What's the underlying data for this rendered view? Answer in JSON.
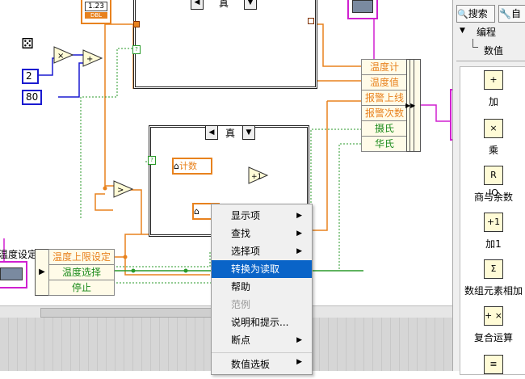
{
  "diagram": {
    "case_top_selector": "真",
    "case_inner_selector": "真",
    "numeric_const_2": "2",
    "numeric_const_80": "80",
    "dbl_indicator": "1.23",
    "dbl_type": "DBL",
    "count_label": "计数",
    "increment_glyph": "+1",
    "greater_glyph": ">",
    "multiply_glyph": "×",
    "add_glyph": "+",
    "temp_setting_label": "温度设定",
    "cluster_left": [
      "温度上限设定",
      "温度选择",
      "停止"
    ],
    "cluster_right": [
      "温度计",
      "温度值",
      "报警上线",
      "报警次数",
      "摄氏",
      "华氏"
    ]
  },
  "context_menu": {
    "items": [
      {
        "label": "显示项",
        "submenu": true,
        "disabled": false,
        "highlighted": false
      },
      {
        "label": "查找",
        "submenu": true,
        "disabled": false,
        "highlighted": false
      },
      {
        "label": "选择项",
        "submenu": true,
        "disabled": false,
        "highlighted": false
      },
      {
        "label": "转换为读取",
        "submenu": false,
        "disabled": false,
        "highlighted": true
      },
      {
        "label": "帮助",
        "submenu": false,
        "disabled": false,
        "highlighted": false
      },
      {
        "label": "范例",
        "submenu": false,
        "disabled": true,
        "highlighted": false
      },
      {
        "label": "说明和提示...",
        "submenu": false,
        "disabled": false,
        "highlighted": false
      },
      {
        "label": "断点",
        "submenu": true,
        "disabled": false,
        "highlighted": false
      },
      {
        "label": "数值选板",
        "submenu": true,
        "disabled": false,
        "highlighted": false
      }
    ]
  },
  "palette": {
    "search_button": "搜索",
    "custom_button": "自",
    "tree_root": "编程",
    "tree_child": "数值",
    "items": [
      {
        "label": "加",
        "icon": "add-icon",
        "glyph": "+"
      },
      {
        "label": "乘",
        "icon": "multiply-icon",
        "glyph": "×"
      },
      {
        "label": "商与余数",
        "icon": "quotient-remainder-icon",
        "glyph": "R IQ"
      },
      {
        "label": "加1",
        "icon": "increment-icon",
        "glyph": "+1"
      },
      {
        "label": "数组元素相加",
        "icon": "sum-array-icon",
        "glyph": "Σ"
      },
      {
        "label": "复合运算",
        "icon": "compound-arithmetic-icon",
        "glyph": "+ ×"
      },
      {
        "label": "",
        "icon": "next-palette-icon",
        "glyph": "≡"
      }
    ]
  },
  "colors": {
    "orange_wire": "#e8821e",
    "blue_wire": "#1a1ad0",
    "green_wire": "#2a9a2a",
    "pink_wire": "#d020d0",
    "menu_highlight": "#0a64c8"
  }
}
